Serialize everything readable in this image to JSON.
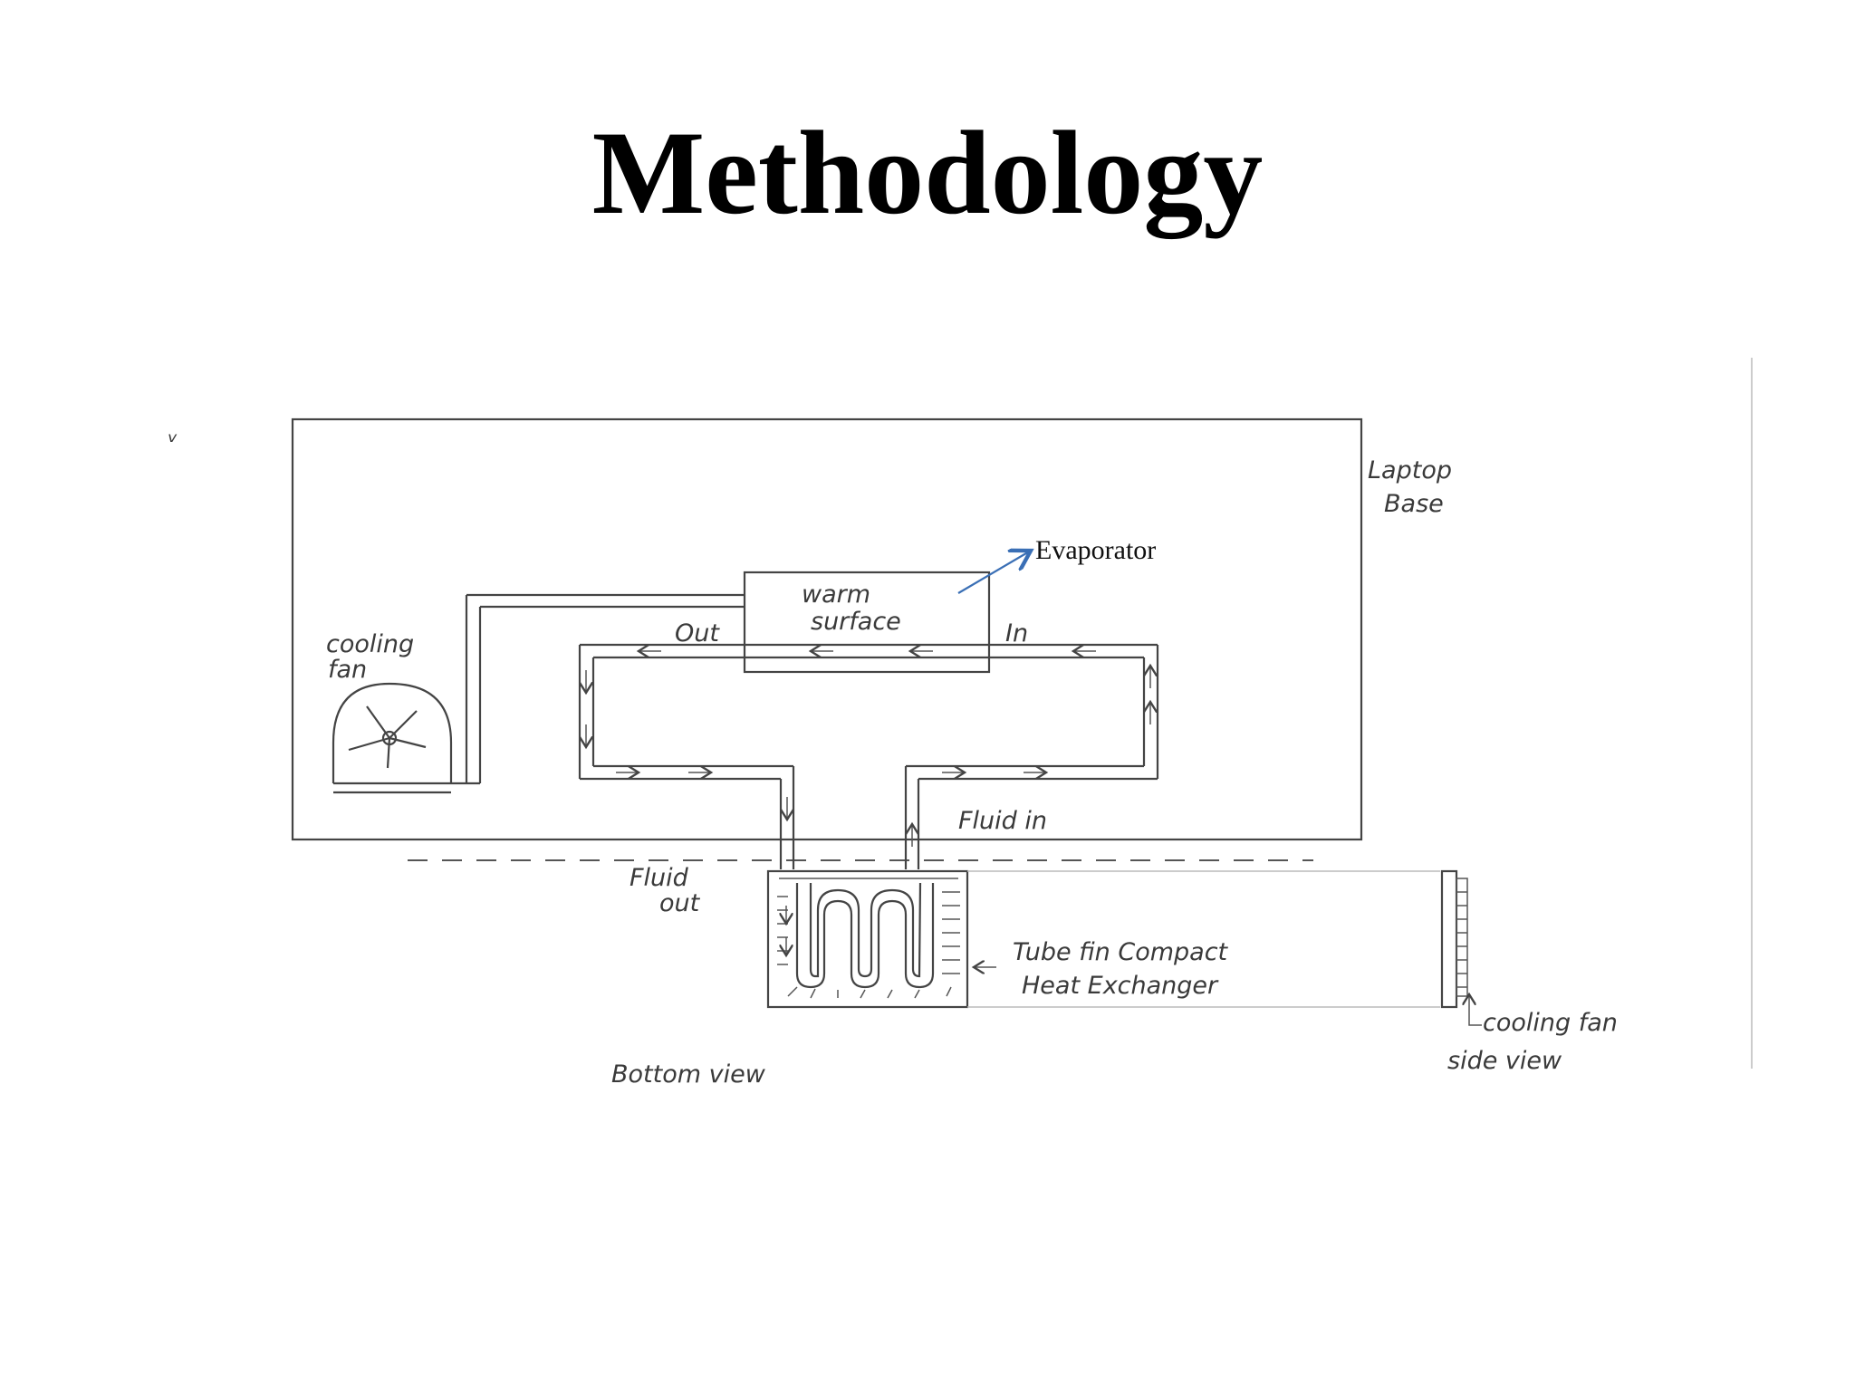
{
  "slide": {
    "title": "Methodology"
  },
  "labels": {
    "laptop_base_1": "Laptop",
    "laptop_base_2": "Base",
    "evaporator": "Evaporator",
    "warm_surface_1": "warm",
    "warm_surface_2": "surface",
    "out": "Out",
    "in": "In",
    "cooling_fan_1": "cooling",
    "cooling_fan_2": "fan",
    "fluid_in": "Fluid in",
    "fluid_out_1": "Fluid",
    "fluid_out_2": "out",
    "heat_exchanger_1": "Tube fin Compact",
    "heat_exchanger_2": "Heat Exchanger",
    "side_fan": "cooling fan",
    "side_view": "side view",
    "bottom_view": "Bottom view"
  },
  "colors": {
    "evaporator_arrow": "#3a6fb5",
    "ink": "#444444"
  }
}
